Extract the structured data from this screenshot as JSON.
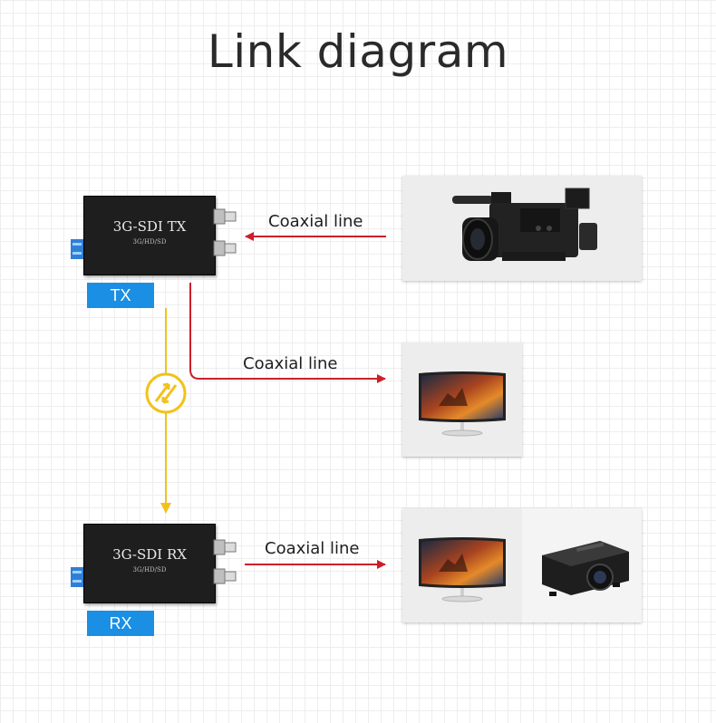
{
  "title": "Link diagram",
  "tx": {
    "model": "3G-SDI TX",
    "formats": "3G/HD/SD",
    "badge": "TX"
  },
  "rx": {
    "model": "3G-SDI RX",
    "formats": "3G/HD/SD",
    "badge": "RX"
  },
  "links": {
    "camera_to_tx": "Coaxial line",
    "tx_to_monitor": "Coaxial line",
    "rx_to_displays": "Coaxial line"
  },
  "colors": {
    "coax": "#cc1f2a",
    "fiber": "#f2c21b",
    "badge": "#1a8fe3"
  },
  "icons": [
    "camcorder-icon",
    "monitor-icon",
    "projector-icon",
    "fiber-link-icon",
    "bnc-connector-icon",
    "sfp-port-icon"
  ]
}
